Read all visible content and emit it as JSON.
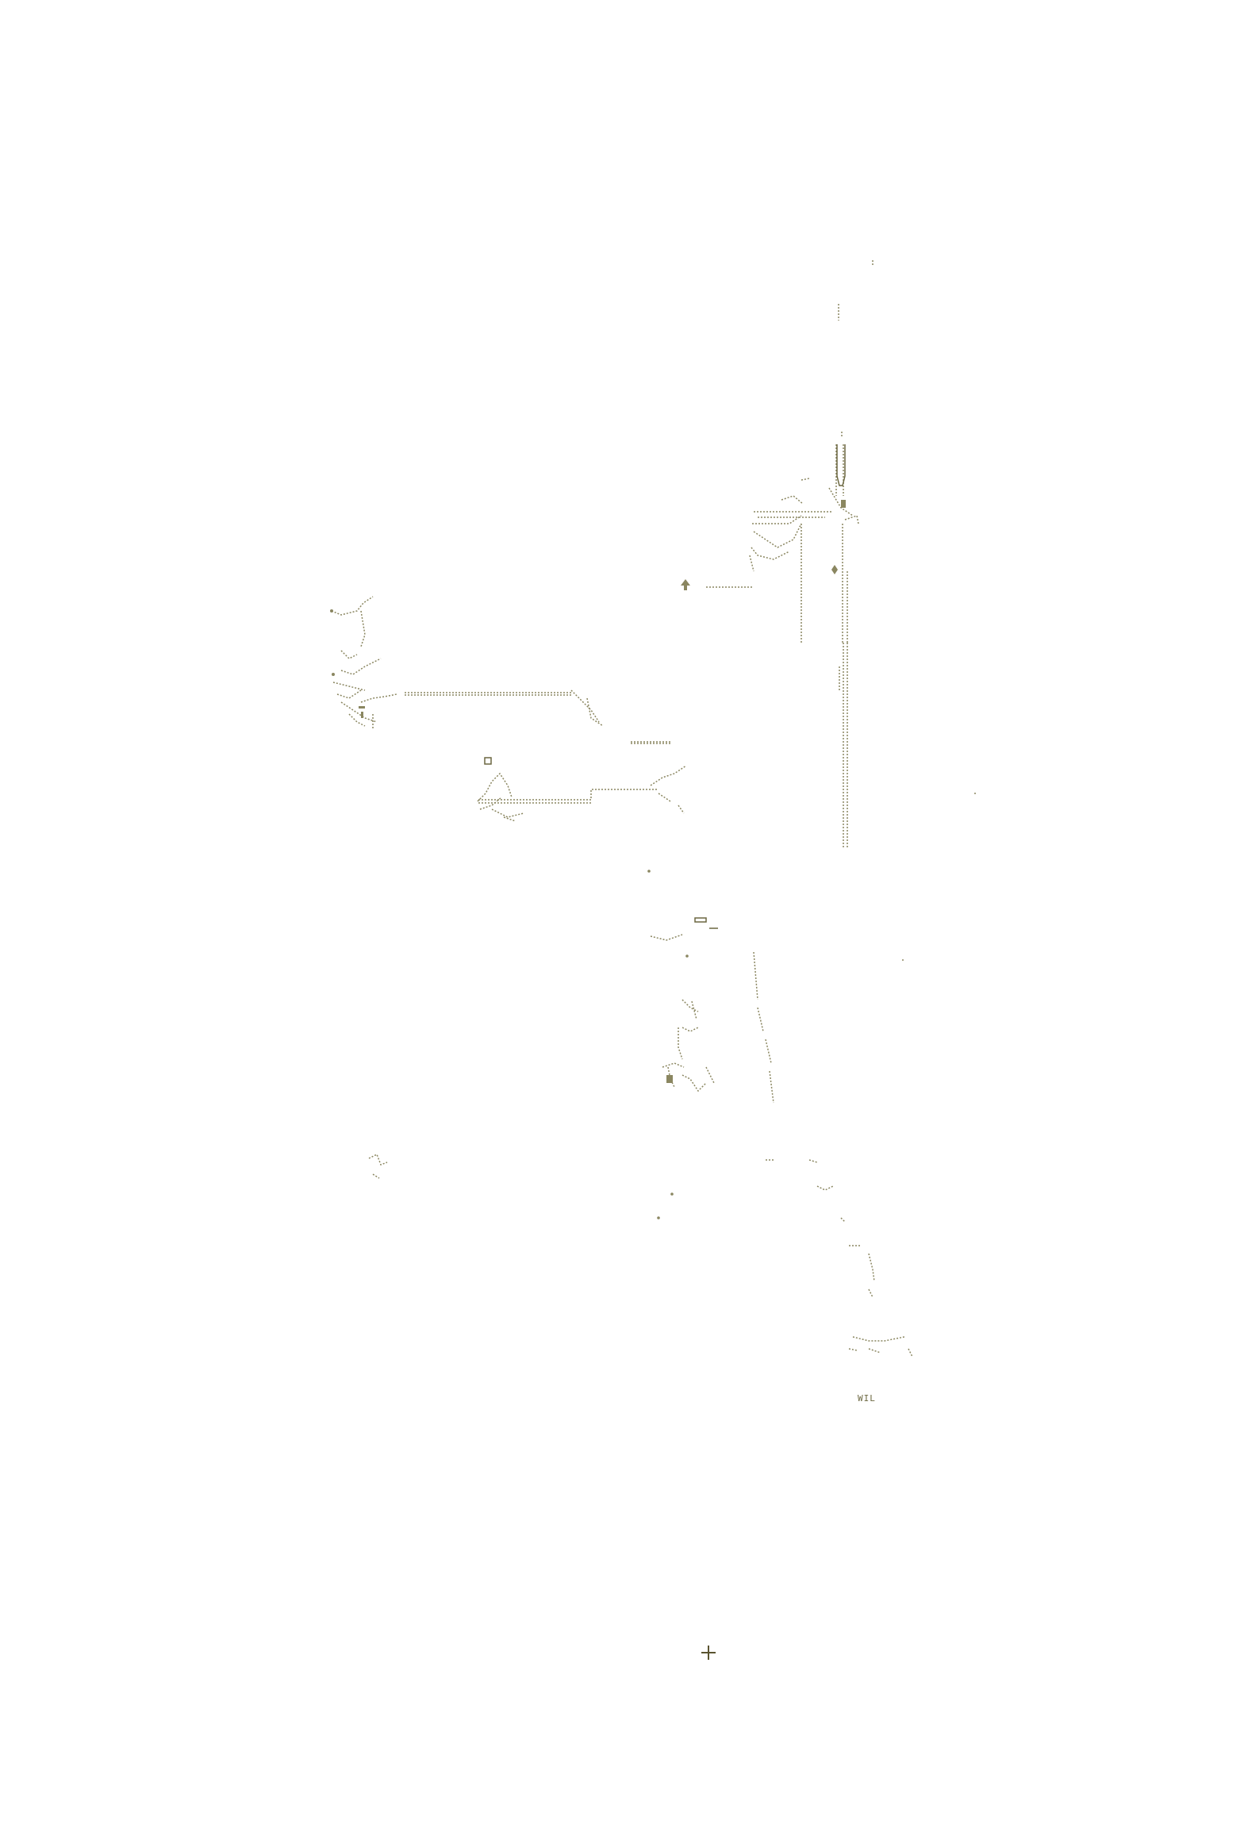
{
  "map": {
    "labels": {
      "wil": "WIL"
    },
    "markers": [
      "plus-marker",
      "square-marker",
      "arrow-up-marker",
      "diamond-marker",
      "x-marker"
    ],
    "colors": {
      "ink": "#8a8660",
      "ink_dark": "#5a5430",
      "background": "#ffffff"
    }
  }
}
